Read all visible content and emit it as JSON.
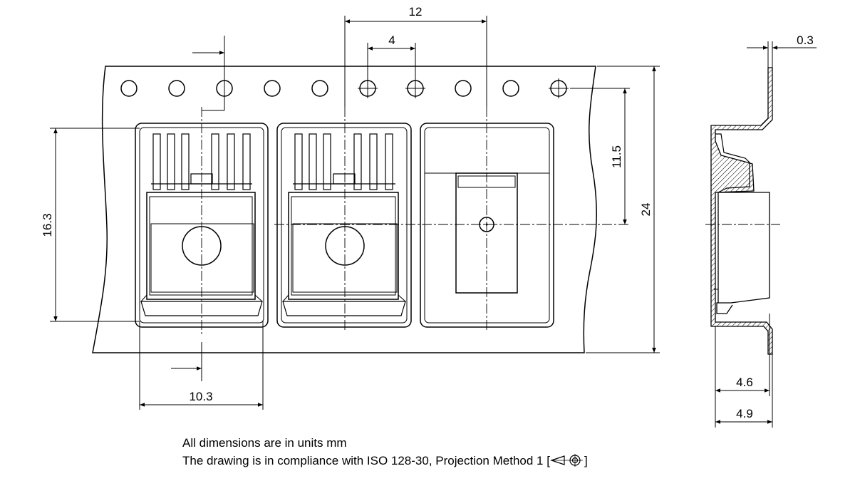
{
  "dimensions": {
    "pitch_12": "12",
    "hole_pitch_4": "4",
    "thickness_0_3": "0.3",
    "cavity_offset_11_5": "11.5",
    "tape_width_24": "24",
    "cavity_length_16_3": "16.3",
    "cavity_width_10_3": "10.3",
    "depth_4_6": "4.6",
    "depth_4_9": "4.9"
  },
  "notes": {
    "units": "All dimensions are in units mm",
    "compliance_prefix": "The drawing is in compliance with ISO 128-30, Projection Method 1 [",
    "compliance_suffix": "]"
  },
  "colors": {
    "line": "#000000",
    "fill": "#ffffff"
  },
  "icons": {
    "projection_symbol": "first-angle-projection-icon"
  }
}
